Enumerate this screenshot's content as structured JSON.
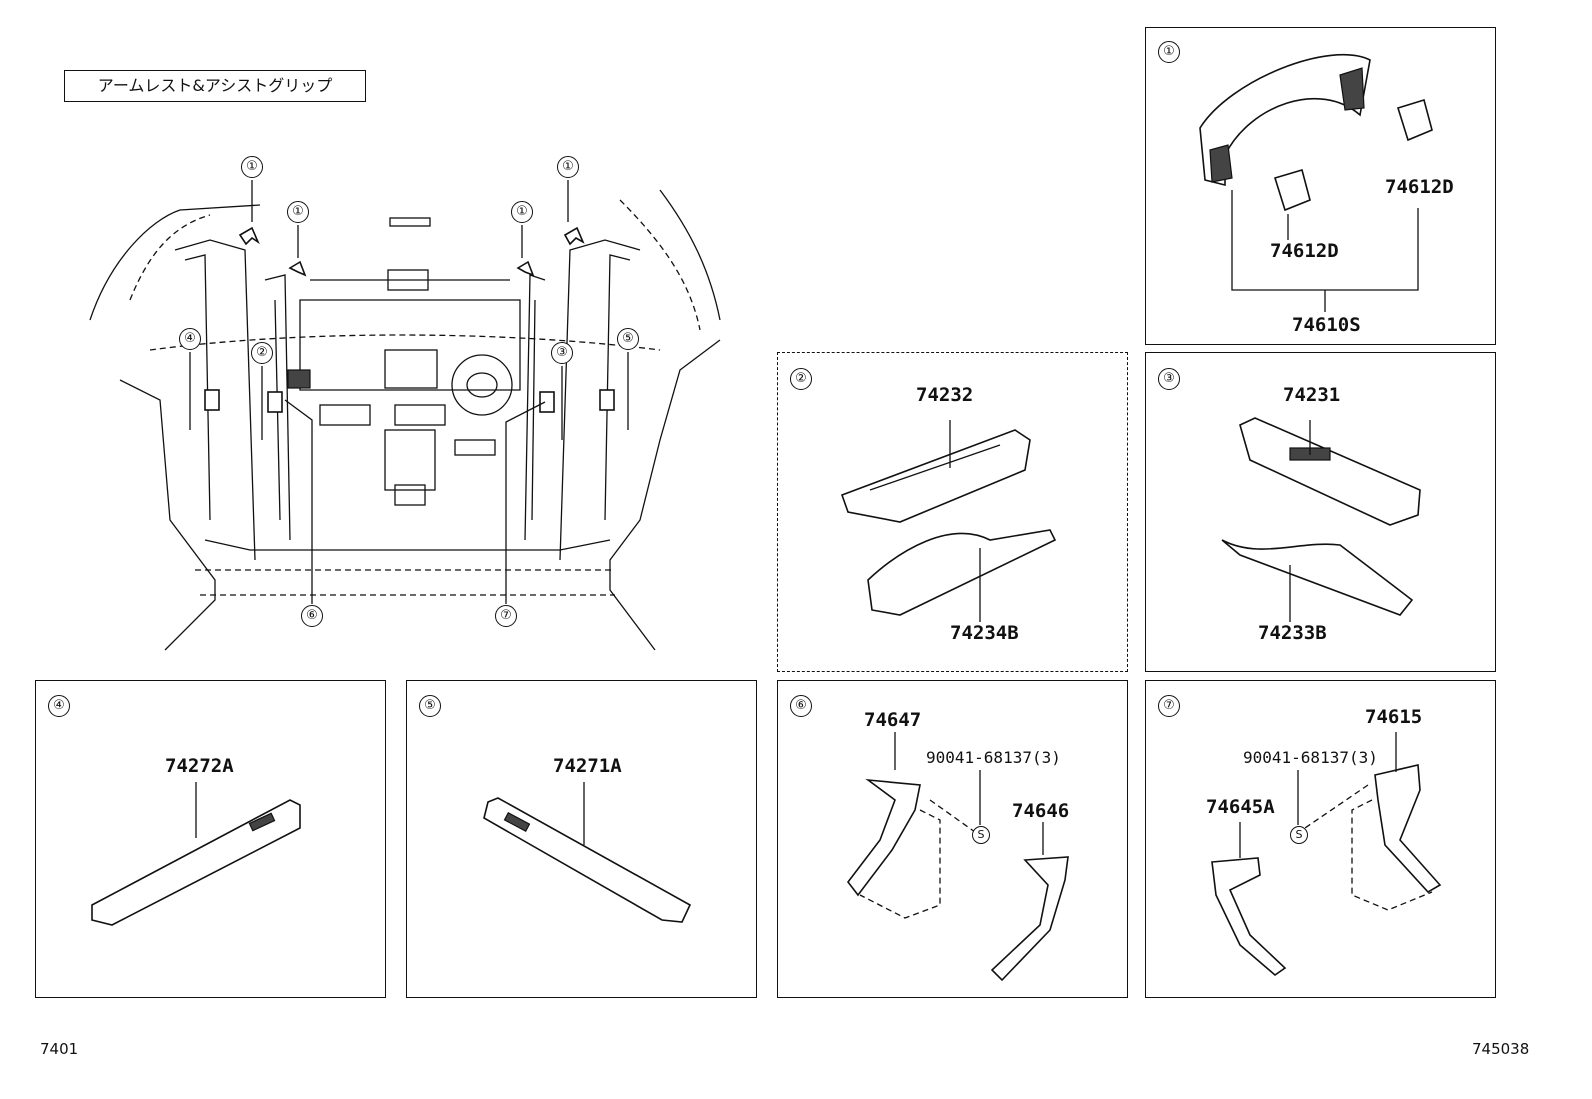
{
  "title": "アームレスト&アシストグリップ",
  "overview_callouts": [
    "①",
    "①",
    "①",
    "①",
    "②",
    "③",
    "④",
    "⑤",
    "⑥",
    "⑦"
  ],
  "panels": {
    "p1": {
      "marker": "①",
      "parts": [
        "74612D",
        "74612D",
        "74610S"
      ]
    },
    "p2": {
      "marker": "②",
      "parts": [
        "74232",
        "74234B"
      ]
    },
    "p3": {
      "marker": "③",
      "parts": [
        "74231",
        "74233B"
      ]
    },
    "p4": {
      "marker": "④",
      "parts": [
        "74272A"
      ]
    },
    "p5": {
      "marker": "⑤",
      "parts": [
        "74271A"
      ]
    },
    "p6": {
      "marker": "⑥",
      "parts": [
        "74647",
        "90041-68137(3)",
        "74646"
      ],
      "symbol": "S"
    },
    "p7": {
      "marker": "⑦",
      "parts": [
        "74615",
        "90041-68137(3)",
        "74645A"
      ],
      "symbol": "S"
    }
  },
  "footer": {
    "left": "7401",
    "right": "745038"
  }
}
